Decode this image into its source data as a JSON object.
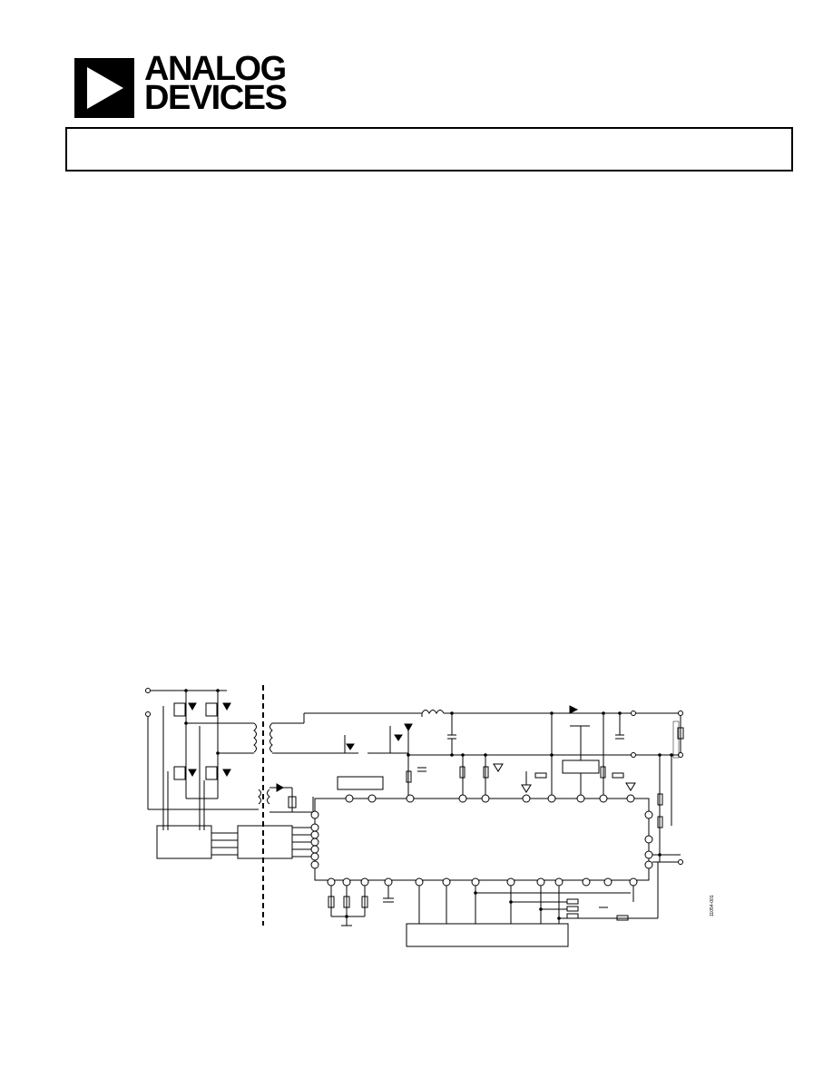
{
  "logo": {
    "line1": "ANALOG",
    "line2": "DEVICES",
    "mark_icon": "triangle-play-icon"
  },
  "title_box": {
    "text": ""
  },
  "figure": {
    "code": "11054-001"
  },
  "colors": {
    "ink": "#000000",
    "paper": "#ffffff"
  }
}
